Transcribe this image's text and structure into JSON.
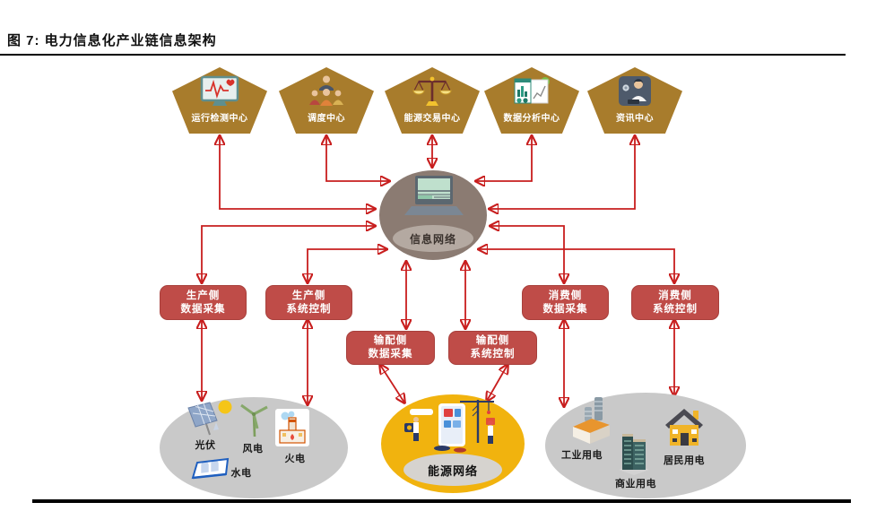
{
  "figure": {
    "title": "图 7: 电力信息化产业链信息架构"
  },
  "centers": [
    {
      "label": "运行检测中心",
      "icon": "monitor-heartbeat-icon"
    },
    {
      "label": "调度中心",
      "icon": "dispatch-team-icon"
    },
    {
      "label": "能源交易中心",
      "icon": "balance-scale-icon"
    },
    {
      "label": "数据分析中心",
      "icon": "bar-chart-report-icon"
    },
    {
      "label": "资讯中心",
      "icon": "news-desk-icon"
    }
  ],
  "hub": {
    "label": "信息网络",
    "icon": "laptop-icon"
  },
  "link_boxes": [
    {
      "line1": "生产侧",
      "line2": "数据采集"
    },
    {
      "line1": "生产侧",
      "line2": "系统控制"
    },
    {
      "line1": "输配侧",
      "line2": "数据采集"
    },
    {
      "line1": "输配侧",
      "line2": "系统控制"
    },
    {
      "line1": "消费侧",
      "line2": "数据采集"
    },
    {
      "line1": "消费侧",
      "line2": "系统控制"
    }
  ],
  "generation_side": {
    "items": [
      {
        "label": "光伏",
        "icon": "solar-panel-icon"
      },
      {
        "label": "风电",
        "icon": "wind-turbine-icon"
      },
      {
        "label": "火电",
        "icon": "thermal-plant-icon"
      },
      {
        "label": "水电",
        "icon": "hydro-dam-icon"
      }
    ]
  },
  "energy_network": {
    "label": "能源网络",
    "icon": "construction-illustration"
  },
  "consumption_side": {
    "items": [
      {
        "label": "工业用电",
        "icon": "industrial-factory-icon"
      },
      {
        "label": "商业用电",
        "icon": "office-tower-icon"
      },
      {
        "label": "居民用电",
        "icon": "house-icon"
      }
    ]
  },
  "colors": {
    "pentagon": "#a87c2c",
    "box_red": "#bf4c48",
    "arrow_red": "#c81e1e",
    "hub": "#8b7b72",
    "hub_inner": "#b4a9a1",
    "ellipse_gray": "#c9c9c9",
    "energy_yellow": "#f1b30e"
  }
}
